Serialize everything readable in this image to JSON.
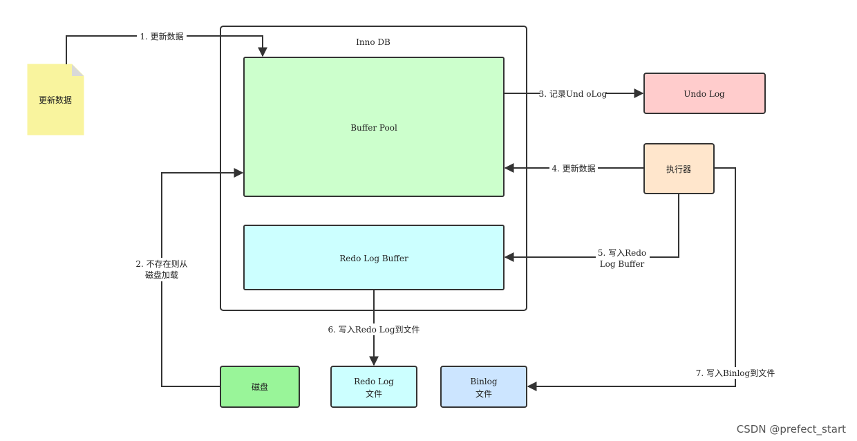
{
  "diagram": {
    "innodb_title": "Inno DB",
    "note_label": "更新数据",
    "buffer_pool": "Buffer Pool",
    "redo_log_buffer": "Redo Log Buffer",
    "undo_log": "Undo Log",
    "executor": "执行器",
    "disk": "磁盘",
    "redo_log_file_line1": "Redo Log",
    "redo_log_file_line2": "文件",
    "binlog_file_line1": "Binlog",
    "binlog_file_line2": "文件"
  },
  "edges": {
    "e1": "1. 更新数据",
    "e2_line1": "2. 不存在则从",
    "e2_line2": "磁盘加载",
    "e3": "3. 记录Und oLog",
    "e4": "4. 更新数据",
    "e5_line1": "5. 写入Redo",
    "e5_line2": "Log Buffer",
    "e6": "6. 写入Redo Log到文件",
    "e7": "7. 写入Binlog到文件"
  },
  "colors": {
    "note": "#f9f49e",
    "buffer_pool": "#ccffcc",
    "redo_log_buffer": "#ccffff",
    "undo_log": "#ffcccc",
    "executor": "#ffe6cc",
    "disk": "#99f599",
    "redo_log_file": "#ccffff",
    "binlog_file": "#cce5ff"
  },
  "watermark": "CSDN @prefect_start"
}
